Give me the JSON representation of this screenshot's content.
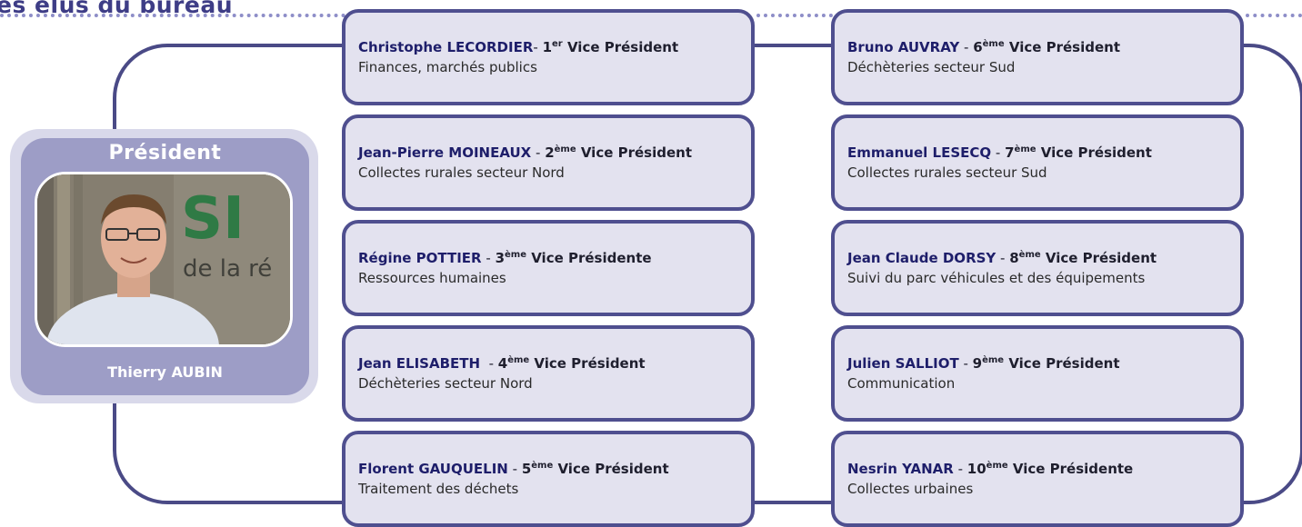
{
  "header": {
    "title": "es élus du bureau"
  },
  "president": {
    "title": "Président",
    "name": "Thierry AUBIN",
    "photo_text_1": "SI",
    "photo_text_2": "de la ré"
  },
  "left_column": [
    {
      "name": "Christophe LECORDIER",
      "sep": "- ",
      "rank_num": "1",
      "rank_sup": "er",
      "role": " Vice Président",
      "mission": "Finances, marchés publics"
    },
    {
      "name": "Jean-Pierre MOINEAUX",
      "sep": " - ",
      "rank_num": "2",
      "rank_sup": "ème",
      "role": " Vice Président",
      "mission": "Collectes rurales secteur Nord"
    },
    {
      "name": "Régine POTTIER",
      "sep": " - ",
      "rank_num": "3",
      "rank_sup": "ème",
      "role": " Vice Présidente",
      "mission": "Ressources humaines"
    },
    {
      "name": "Jean ELISABETH",
      "sep": "  - ",
      "rank_num": "4",
      "rank_sup": "ème",
      "role": " Vice Président",
      "mission": "Déchèteries secteur Nord"
    },
    {
      "name": "Florent GAUQUELIN",
      "sep": " - ",
      "rank_num": "5",
      "rank_sup": "ème",
      "role": " Vice Président",
      "mission": "Traitement des déchets"
    }
  ],
  "right_column": [
    {
      "name": "Bruno AUVRAY",
      "sep": " - ",
      "rank_num": "6",
      "rank_sup": "ème",
      "role": " Vice Président",
      "mission": "Déchèteries secteur Sud"
    },
    {
      "name": "Emmanuel LESECQ",
      "sep": " - ",
      "rank_num": "7",
      "rank_sup": "ème",
      "role": " Vice Président",
      "mission": "Collectes rurales secteur Sud"
    },
    {
      "name": "Jean Claude DORSY",
      "sep": " - ",
      "rank_num": "8",
      "rank_sup": "ème",
      "role": " Vice Président",
      "mission": "Suivi du parc véhicules et des équipements"
    },
    {
      "name": "Julien SALLIOT",
      "sep": " - ",
      "rank_num": "9",
      "rank_sup": "ème",
      "role": " Vice Président",
      "mission": "Communication"
    },
    {
      "name": "Nesrin YANAR",
      "sep": " - ",
      "rank_num": "10",
      "rank_sup": "ème",
      "role": " Vice Présidente",
      "mission": "Collectes urbaines"
    }
  ],
  "colors": {
    "accent": "#3e3d86",
    "card_fill": "#e3e2ef",
    "card_border": "#4f4f8f",
    "president_fill": "#9d9dc6"
  }
}
